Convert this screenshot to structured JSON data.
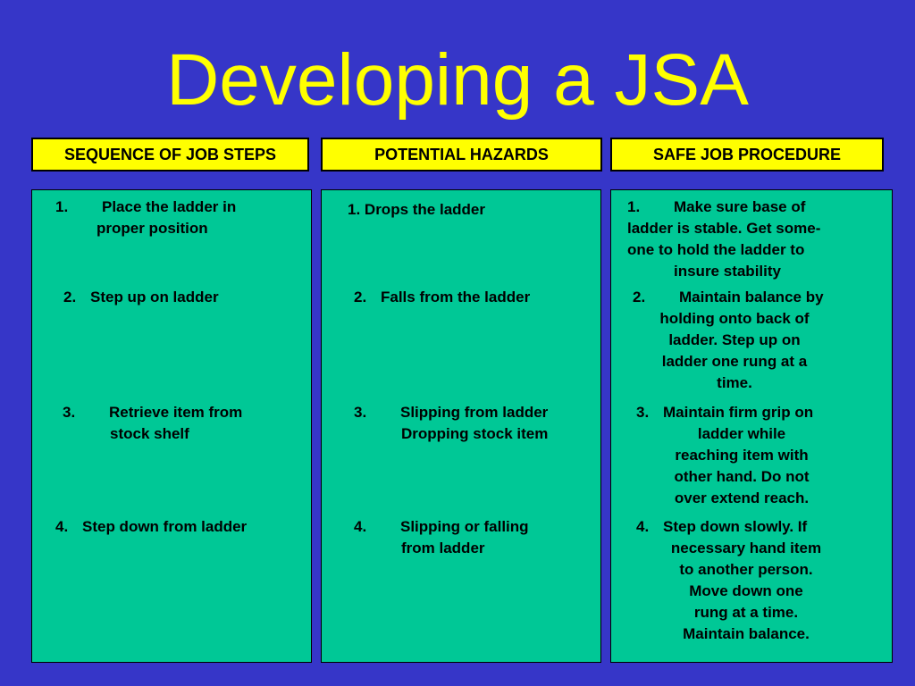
{
  "title": "Developing a JSA",
  "headers": {
    "sequence": "SEQUENCE OF JOB STEPS",
    "hazards": "POTENTIAL HAZARDS",
    "procedure": "SAFE JOB PROCEDURE"
  },
  "steps": [
    {
      "num": "1.",
      "lines": [
        "Place the ladder in",
        "proper position"
      ]
    },
    {
      "num": "2.",
      "lines": [
        "Step up on ladder"
      ]
    },
    {
      "num": "3.",
      "lines": [
        "Retrieve item from",
        "stock shelf"
      ]
    },
    {
      "num": "4.",
      "lines": [
        "Step down from ladder"
      ]
    }
  ],
  "hazards": [
    {
      "num": "1",
      "lines": [
        ".  Drops the ladder"
      ]
    },
    {
      "num": "2.",
      "lines": [
        "Falls from the ladder"
      ]
    },
    {
      "num": "3.",
      "lines": [
        "Slipping from ladder",
        "Dropping stock item"
      ]
    },
    {
      "num": "4.",
      "lines": [
        "Slipping or falling",
        "from ladder"
      ]
    }
  ],
  "procedures": [
    {
      "num": "1.",
      "lines": [
        "Make sure base of",
        "ladder is stable.  Get some-",
        "one to hold the ladder to",
        "insure stability"
      ]
    },
    {
      "num": "2.",
      "lines": [
        "Maintain balance by",
        "holding onto back of",
        "ladder.  Step up on",
        "ladder one rung at a",
        "time."
      ]
    },
    {
      "num": "3.",
      "lines": [
        "Maintain firm grip on",
        "ladder while",
        "reaching item with",
        "other hand.  Do not",
        "over extend reach."
      ]
    },
    {
      "num": "4.",
      "lines": [
        "Step down slowly.  If",
        "necessary hand item",
        "to another person.",
        "Move down one",
        "rung at a time.",
        "Maintain balance."
      ]
    }
  ]
}
